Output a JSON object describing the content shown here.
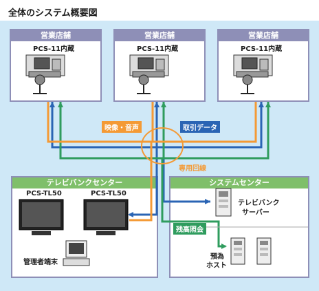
{
  "title": "全体のシステム概要図",
  "colors": {
    "background": "#cfe8f7",
    "box_border": "#8e8fb7",
    "line_blue": "#2a64b4",
    "line_green": "#2f9c5e",
    "line_orange": "#f49a35"
  },
  "branches": [
    {
      "label": "営業店舗",
      "device": "PCS-11内蔵"
    },
    {
      "label": "営業店舗",
      "device": "PCS-11内蔵"
    },
    {
      "label": "営業店舗",
      "device": "PCS-11内蔵"
    }
  ],
  "tags": {
    "video_audio": "映像・音声",
    "transaction": "取引データ",
    "dedicated_line": "専用回線",
    "balance_inquiry": "残高照会"
  },
  "tvbank_center": {
    "title": "テレビバンクセンター",
    "monitor1": "PCS-TL50",
    "monitor2": "PCS-TL50",
    "terminal": "管理者端末"
  },
  "system_center": {
    "title": "システムセンター",
    "server_label_1": "テレビバンク",
    "server_label_2": "サーバー",
    "host_label_1": "預為",
    "host_label_2": "ホスト"
  }
}
